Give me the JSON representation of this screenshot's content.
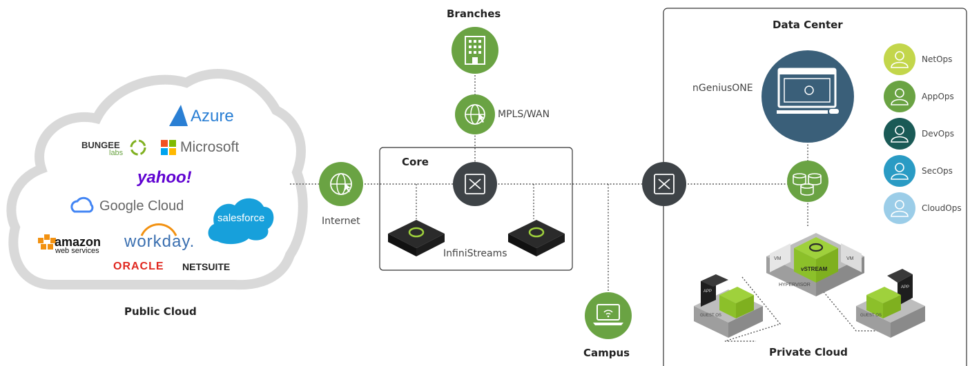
{
  "sections": {
    "branches": "Branches",
    "core": "Core",
    "data_center": "Data Center",
    "public_cloud": "Public Cloud",
    "private_cloud": "Private Cloud",
    "campus": "Campus"
  },
  "nodes": {
    "internet": "Internet",
    "mpls_wan": "MPLS/WAN",
    "infinistreams": "InfiniStreams",
    "ngeniusone": "nGeniusONE"
  },
  "roles": [
    {
      "label": "NetOps",
      "color": "#c3d64b"
    },
    {
      "label": "AppOps",
      "color": "#6aa343"
    },
    {
      "label": "DevOps",
      "color": "#1a5a56"
    },
    {
      "label": "SecOps",
      "color": "#2a9bc4"
    },
    {
      "label": "CloudOps",
      "color": "#9bcde8"
    }
  ],
  "cloud_providers": {
    "azure": "Azure",
    "bungee": "BUNGEE",
    "bungee_sub": "labs",
    "microsoft": "Microsoft",
    "yahoo": "yahoo!",
    "google": "Google Cloud",
    "salesforce": "salesforce",
    "amazon": "amazon",
    "amazon_sub": "web services",
    "workday": "workday.",
    "oracle": "ORACLE",
    "netsuite": "NETSUITE"
  },
  "vm_labels": {
    "vm": "VM",
    "vstream": "vSTREAM",
    "hypervisor": "HYPERVISOR",
    "app": "APP",
    "guest_os": "GUEST OS"
  },
  "colors": {
    "green": "#6aa343",
    "dark": "#3e4347",
    "monitor_bg": "#3a5f79",
    "cloud_stroke": "#d4d4d4",
    "vstream": "#9fd13c"
  }
}
